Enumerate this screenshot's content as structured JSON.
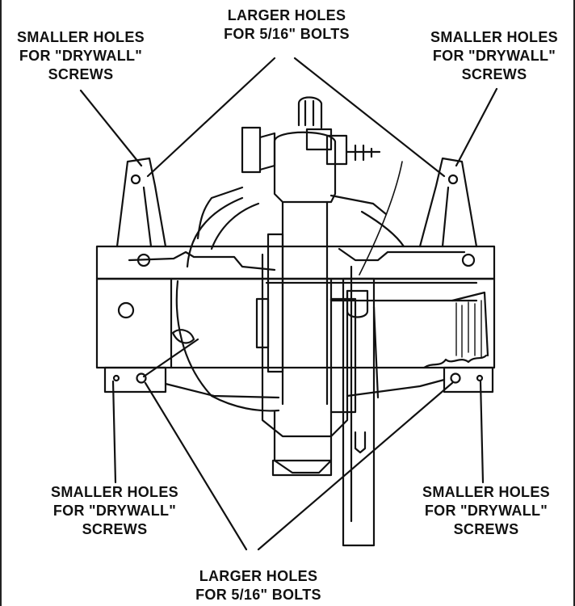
{
  "labels": {
    "top_center": [
      "LARGER HOLES",
      "FOR 5/16\" BOLTS"
    ],
    "top_left": [
      "SMALLER HOLES",
      "FOR \"DRYWALL\"",
      "SCREWS"
    ],
    "top_right": [
      "SMALLER HOLES",
      "FOR \"DRYWALL\"",
      "SCREWS"
    ],
    "bottom_left": [
      "SMALLER HOLES",
      "FOR \"DRYWALL\"",
      "SCREWS"
    ],
    "bottom_right": [
      "SMALLER HOLES",
      "FOR \"DRYWALL\"",
      "SCREWS"
    ],
    "bottom_center": [
      "LARGER HOLES",
      "FOR 5/16\" BOLTS"
    ]
  },
  "colors": {
    "line": "#111111",
    "background": "#ffffff"
  }
}
